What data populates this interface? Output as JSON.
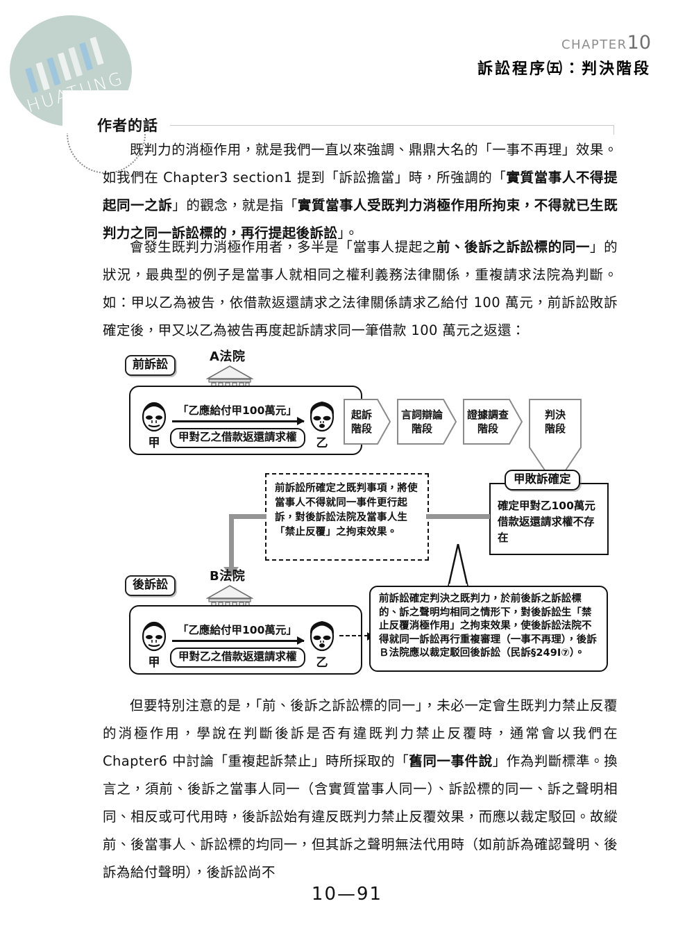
{
  "logo": {
    "wordmark": "HUATUNG",
    "bg_color": "#c2d2cc",
    "bar_colors": [
      "#9fc6dd",
      "#edf2f0",
      "#9fc6dd",
      "#edf2f0",
      "#e7eeeb",
      "#9fc6dd",
      "#edf2f0"
    ]
  },
  "header": {
    "chapter_label": "CHAPTER",
    "chapter_number": "10",
    "title": "訴訟程序㈤：判決階段",
    "chapter_color": "#8d8d8d"
  },
  "section": {
    "heading": "作者的話"
  },
  "paragraphs": {
    "p1_a": "既判力的消極作用，就是我們一直以來強調、鼎鼎大名的「一事不再理」效果。如我們在 Chapter3 section1 提到「訴訟擔當」時，所強調的「",
    "p1_b": "實質當事人不得提起同一之訴",
    "p1_c": "」的觀念，就是指「",
    "p1_d": "實質當事人受既判力消極作用所拘束，不得就已生既判力之同一訴訟標的，再行提起後訴訟",
    "p1_e": "」。",
    "p2_a": "會發生既判力消極作用者，多半是「當事人提起之",
    "p2_b": "前、後訴之訴訟標的同一",
    "p2_c": "」的狀況，最典型的例子是當事人就相同之權利義務法律關係，重複請求法院為判斷。如：甲以乙為被告，依借款返還請求之法律關係請求乙給付 100 萬元，前訴訟敗訴確定後，甲又以乙為被告再度起訴請求同一筆借款 100 萬元之返還：",
    "p3_a": "但要特別注意的是，「前、後訴之訴訟標的同一」，未必一定會生既判力禁止反覆的消極作用，學說在判斷後訴是否有違既判力禁止反覆時，通常會以我們在 Chapter6 中討論「重複起訴禁止」時所採取的「",
    "p3_b": "舊同一事件說",
    "p3_c": "」作為判斷標準。換言之，須前、後訴之當事人同一（含實質當事人同一）、訴訟標的同一、訴之聲明相同、相反或可代用時，後訴訟始有違反既判力禁止反覆效果，而應以裁定駁回。故縱前、後當事人、訴訟標的均同一，但其訴之聲明無法代用時（如前訴為確認聲明、後訴為給付聲明），後訴訟尚不"
  },
  "diagram": {
    "prior_suit_tag": "前訴訟",
    "later_suit_tag": "後訴訟",
    "court_a_label": "A法院",
    "court_b_label": "B法院",
    "party_plaintiff": "甲",
    "party_defendant": "乙",
    "claim_quote": "「乙應給付甲100萬元」",
    "claim_pill": "甲對乙之借款返還請求權",
    "stages": [
      "起訴\n階段",
      "言詞辯論\n階段",
      "證據調查\n階段",
      "判決\n階段"
    ],
    "dashed_note": "前訴訟所確定之既判事項，將使當事人不得就同一事件更行起訴，對後訴訟法院及當事人生「禁止反覆」之拘束效果。",
    "result_pill": "甲敗訴確定",
    "result_body": "確定甲對乙100萬元借款返還請求權不存在",
    "note_box": "前訴訟確定判決之既判力，於前後訴之訴訟標的、訴之聲明均相同之情形下，對後訴訟生「禁止反覆消極作用」之拘束效果，使後訴訟法院不得就同一訴訟再行重複審理（一事不再理），後訴Ｂ法院應以裁定駁回後訴訟（民訴§249Ⅰ⑦）。"
  },
  "footer": {
    "page_number": "10—91"
  }
}
